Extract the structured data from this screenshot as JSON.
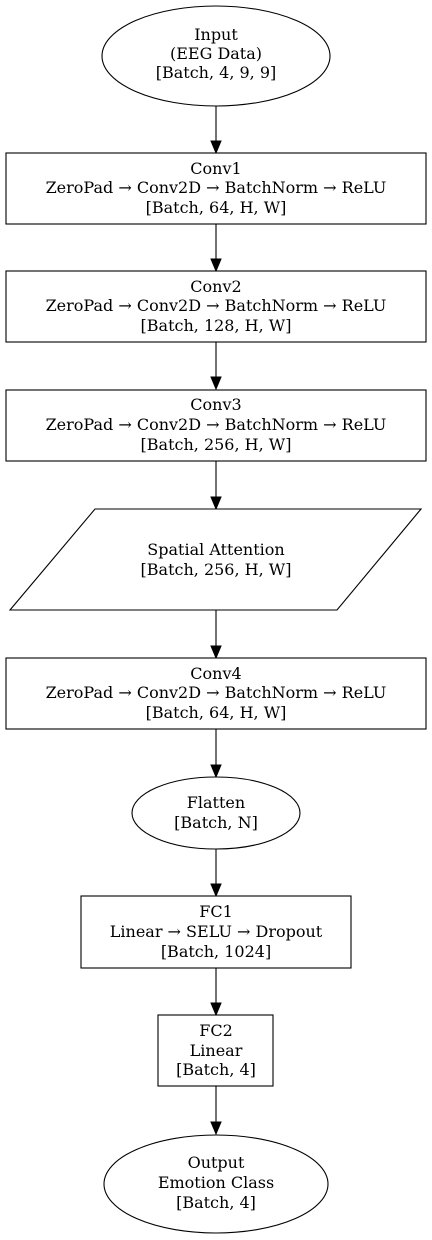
{
  "nodes": {
    "input": {
      "line1": "Input",
      "line2": "(EEG Data)",
      "line3": "[Batch, 4, 9, 9]"
    },
    "conv1": {
      "line1": "Conv1",
      "line2": "ZeroPad → Conv2D → BatchNorm → ReLU",
      "line3": "[Batch, 64, H, W]"
    },
    "conv2": {
      "line1": "Conv2",
      "line2": "ZeroPad → Conv2D → BatchNorm → ReLU",
      "line3": "[Batch, 128, H, W]"
    },
    "conv3": {
      "line1": "Conv3",
      "line2": "ZeroPad → Conv2D → BatchNorm → ReLU",
      "line3": "[Batch, 256, H, W]"
    },
    "attention": {
      "line1": "Spatial Attention",
      "line2": "[Batch, 256, H, W]"
    },
    "conv4": {
      "line1": "Conv4",
      "line2": "ZeroPad → Conv2D → BatchNorm → ReLU",
      "line3": "[Batch, 64, H, W]"
    },
    "flatten": {
      "line1": "Flatten",
      "line2": "[Batch, N]"
    },
    "fc1": {
      "line1": "FC1",
      "line2": "Linear → SELU → Dropout",
      "line3": "[Batch, 1024]"
    },
    "fc2": {
      "line1": "FC2",
      "line2": "Linear",
      "line3": "[Batch, 4]"
    },
    "output": {
      "line1": "Output",
      "line2": "Emotion Class",
      "line3": "[Batch, 4]"
    }
  }
}
